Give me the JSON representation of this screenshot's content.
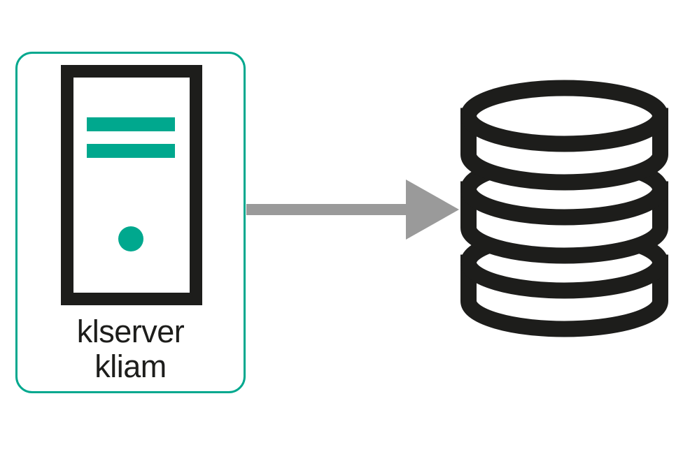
{
  "diagram": {
    "nodes": {
      "server": {
        "label_line1": "klserver",
        "label_line2": "kliam",
        "icon": "server-tower-icon"
      },
      "database": {
        "icon": "database-icon"
      }
    },
    "edges": [
      {
        "from": "server",
        "to": "database",
        "style": "arrow",
        "direction": "right"
      }
    ],
    "colors": {
      "accent_teal": "#00a88e",
      "icon_black": "#1d1d1b",
      "arrow_gray": "#9a9a9a",
      "background": "#ffffff"
    }
  }
}
